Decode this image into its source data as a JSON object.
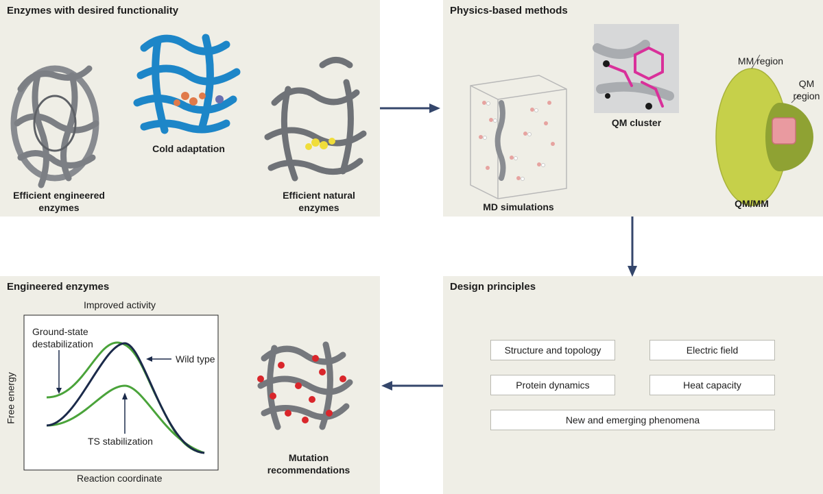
{
  "panels": {
    "enzymes": {
      "title": "Enzymes with desired functionality",
      "engineered": [
        "Efficient engineered",
        "enzymes"
      ],
      "cold": "Cold adaptation",
      "natural": [
        "Efficient natural",
        "enzymes"
      ]
    },
    "physics": {
      "title": "Physics-based methods",
      "md": "MD simulations",
      "qm_cluster": "QM cluster",
      "qmmm": "QM/MM",
      "mm_region": "MM region",
      "qm_region": [
        "QM",
        "region"
      ]
    },
    "design": {
      "title": "Design principles",
      "boxes": [
        "Structure and topology",
        "Electric field",
        "Protein dynamics",
        "Heat capacity",
        "New and emerging phenomena"
      ]
    },
    "engineered": {
      "title": "Engineered enzymes",
      "mutation": [
        "Mutation",
        "recommendations"
      ]
    }
  },
  "colors": {
    "panel_bg": "#efeee6",
    "arrow": "#34466b",
    "protein_gray": "#7c7f84",
    "cold_blue": "#1d86c8",
    "wild_type": "#1b2a4a",
    "improved": "#4aa33a",
    "qmmm_outer": "#c6d04a",
    "qmmm_inner": "#8fa233",
    "qm_box": "#e99aa0",
    "mutation_dot": "#d9262b"
  },
  "chart_data": {
    "type": "line",
    "title": "Improved activity",
    "xlabel": "Reaction coordinate",
    "ylabel": "Free energy",
    "series": [
      {
        "name": "Wild type",
        "shape": "single-barrier reaction profile"
      },
      {
        "shape": "ground state raised, transition state lowered"
      }
    ],
    "annotations": [
      "Ground-state destabilization",
      "Wild type",
      "TS stabilization"
    ]
  },
  "chart_text": {
    "ground_state": [
      "Ground-state",
      "destabilization"
    ]
  }
}
